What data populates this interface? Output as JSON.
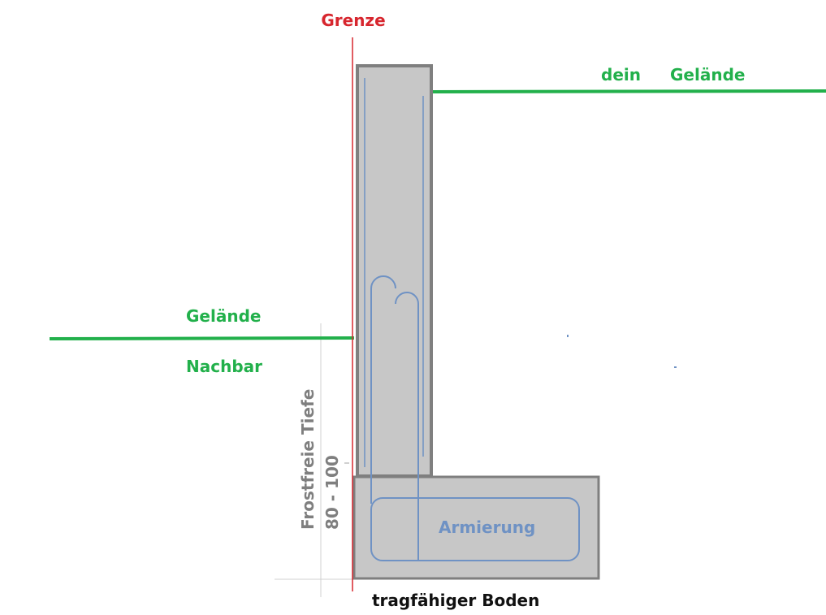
{
  "labels": {
    "boundary": "Grenze",
    "your_ground_1": "dein",
    "your_ground_2": "Gelände",
    "neighbor_ground_1": "Gelände",
    "neighbor_ground_2": "Nachbar",
    "frost_line_1": "Frostfreie Tiefe",
    "frost_line_2": "80 - 100",
    "reinforcement": "Armierung",
    "soil": "tragfähiger Boden"
  },
  "colors": {
    "boundary": "#d7262e",
    "ground": "#22b04b",
    "concrete_fill": "#c7c7c7",
    "concrete_edge": "#7f7f7f",
    "reinforcement": "#6f92c4",
    "dimension_text": "#7f7f7f",
    "soil_text": "#111111"
  }
}
